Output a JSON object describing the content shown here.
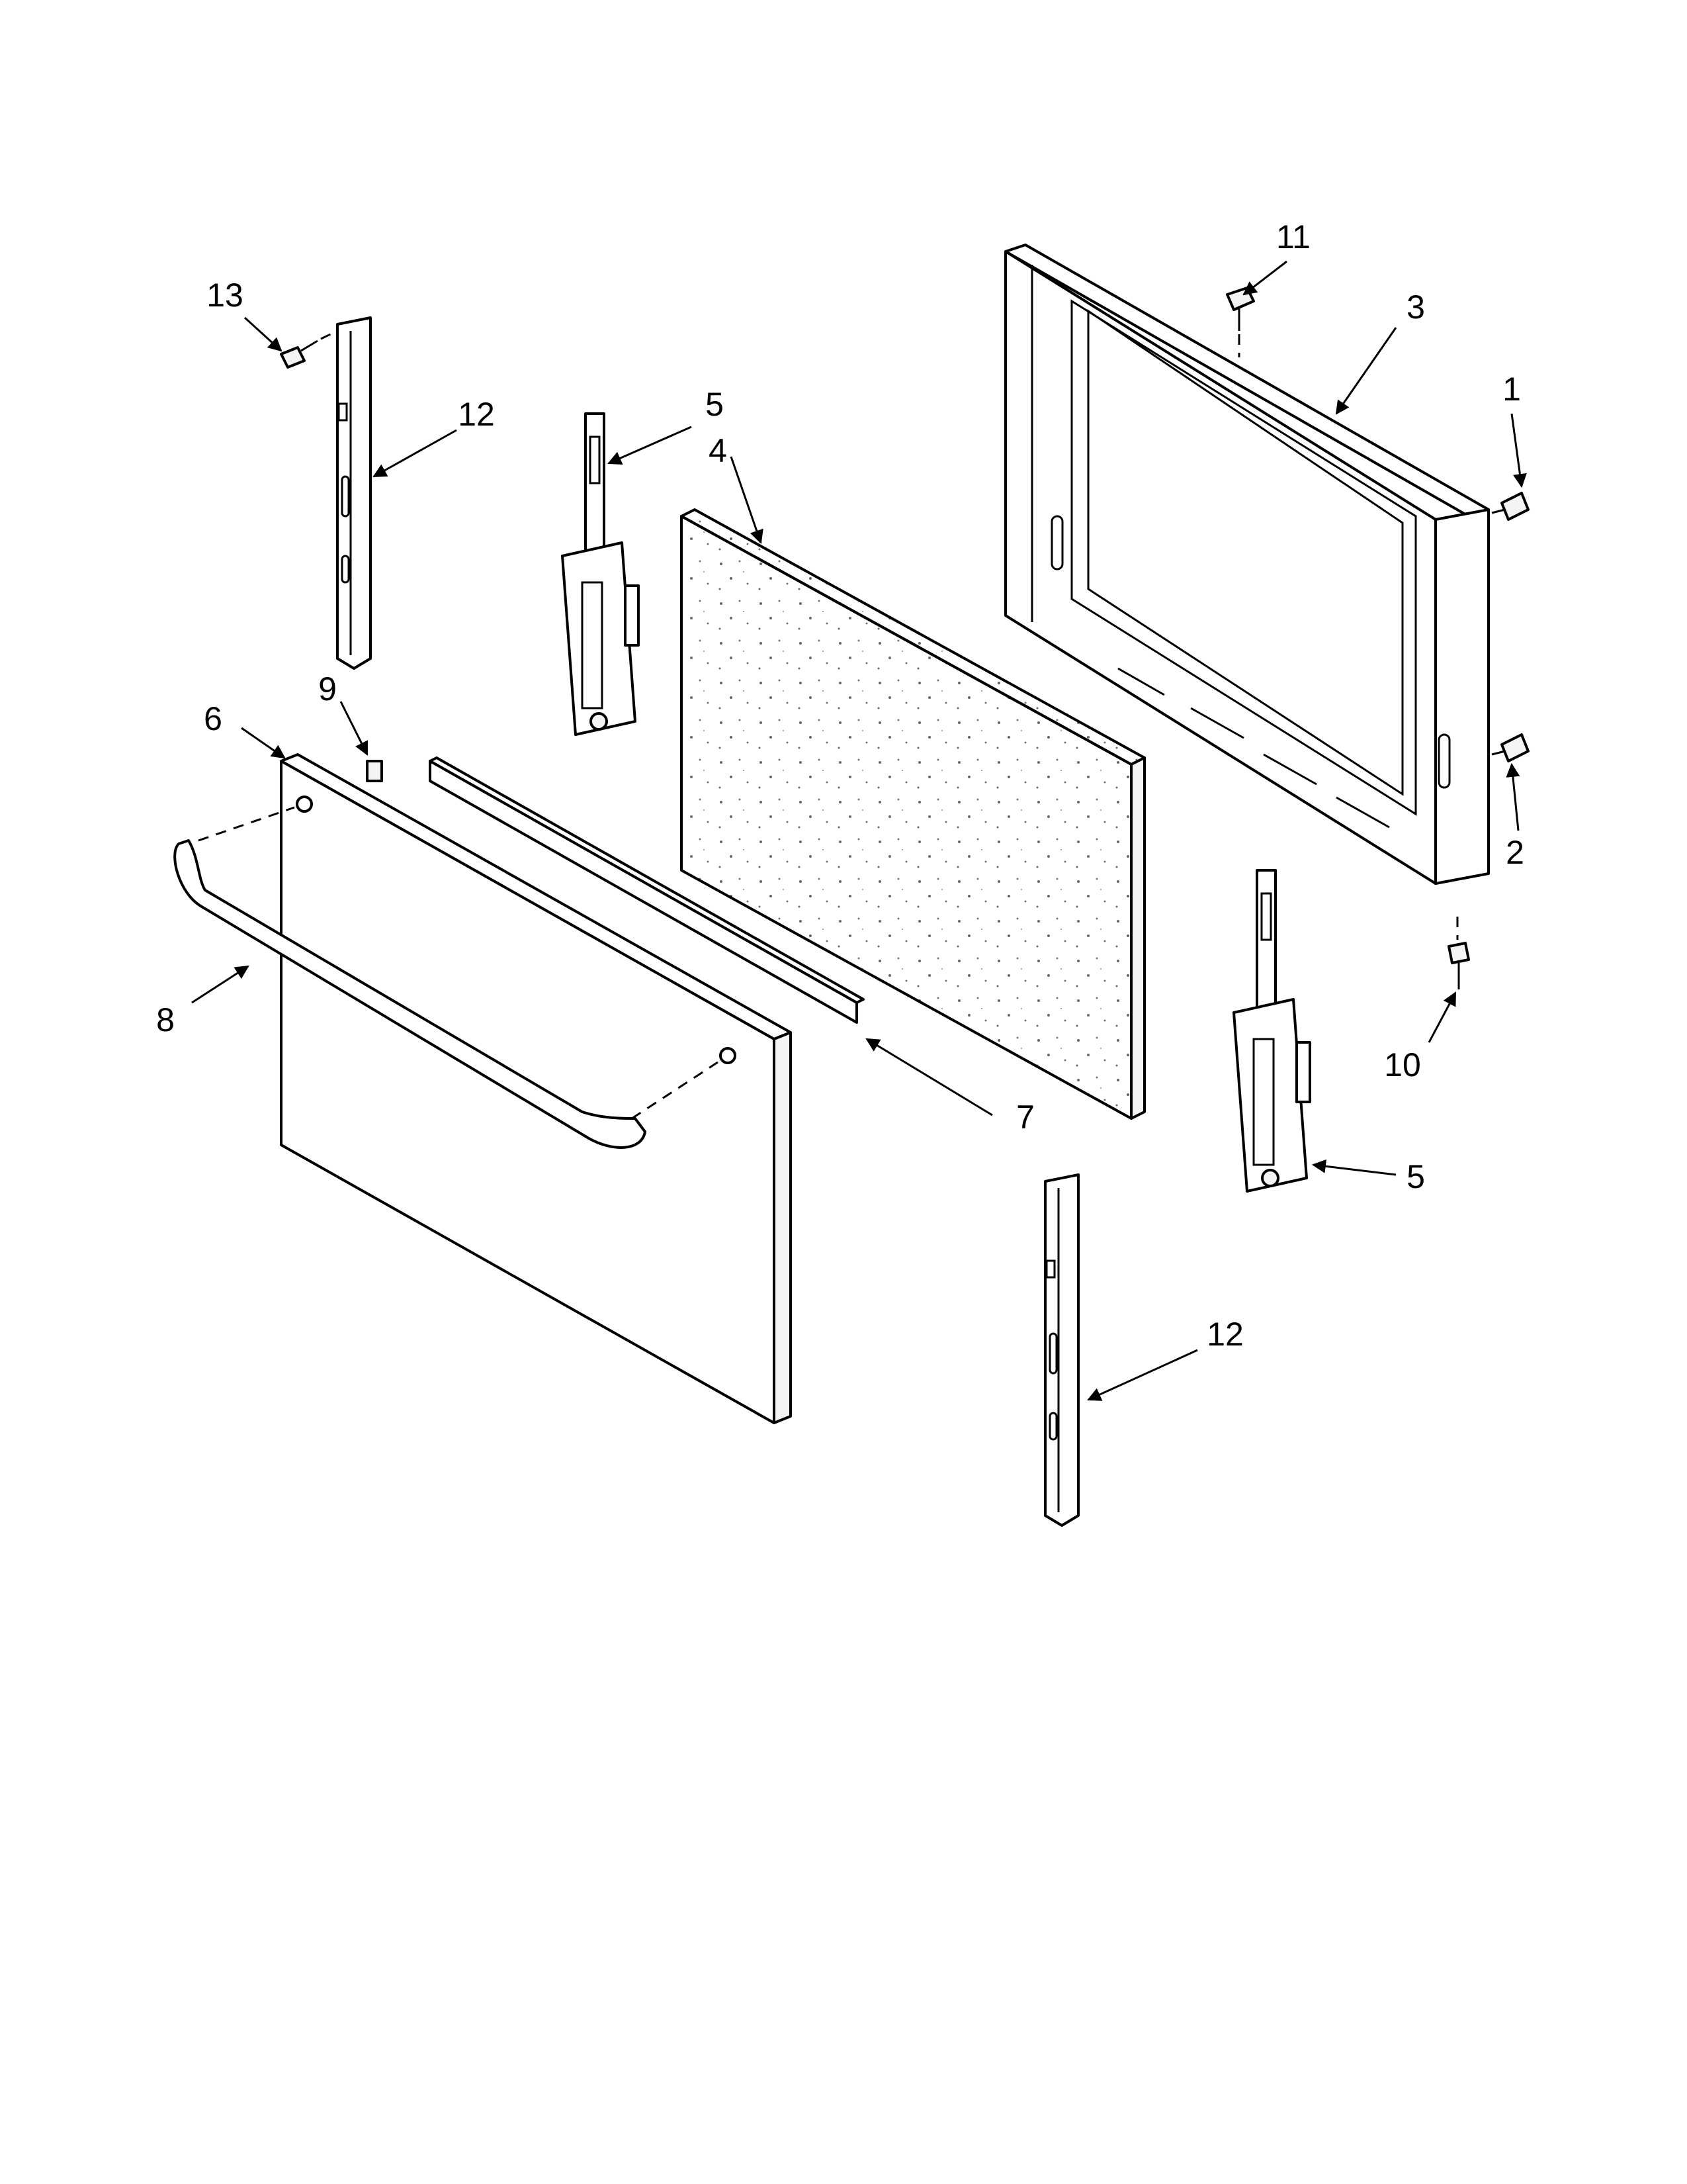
{
  "diagram": {
    "callouts": [
      {
        "id": "c13",
        "text": "13"
      },
      {
        "id": "c12a",
        "text": "12"
      },
      {
        "id": "c5a",
        "text": "5"
      },
      {
        "id": "c4",
        "text": "4"
      },
      {
        "id": "c11",
        "text": "11"
      },
      {
        "id": "c3",
        "text": "3"
      },
      {
        "id": "c1",
        "text": "1"
      },
      {
        "id": "c2",
        "text": "2"
      },
      {
        "id": "c9",
        "text": "9"
      },
      {
        "id": "c6",
        "text": "6"
      },
      {
        "id": "c8",
        "text": "8"
      },
      {
        "id": "c7",
        "text": "7"
      },
      {
        "id": "c10",
        "text": "10"
      },
      {
        "id": "c5b",
        "text": "5"
      },
      {
        "id": "c12b",
        "text": "12"
      }
    ]
  }
}
